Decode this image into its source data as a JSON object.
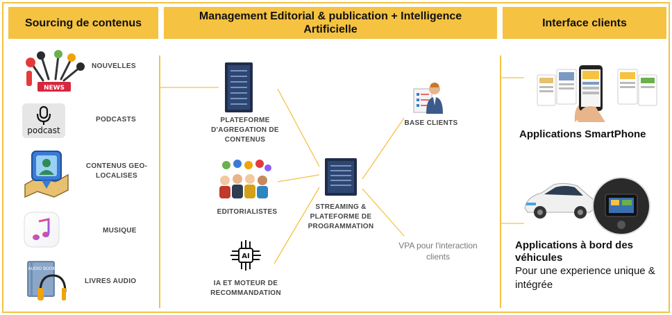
{
  "headers": {
    "sourcing": "Sourcing de contenus",
    "management": "Management Editorial & publication + Intelligence Artificielle",
    "interface": "Interface clients"
  },
  "sources": {
    "news_badge": "NEWS",
    "nouvelles": "NOUVELLES",
    "podcast_icon_text": "podcast",
    "podcasts": "PODCASTS",
    "geo": "CONTENUS GEO-LOCALISES",
    "musique": "MUSIQUE",
    "audio_book_icon_text": "AUDIO BOOK",
    "livres": "LIVRES AUDIO"
  },
  "middle": {
    "plateforme": "PLATEFORME D'AGREGATION DE CONTENUS",
    "editorialistes": "EDITORIALISTES",
    "ia_icon_text": "AI",
    "ia": "IA ET MOTEUR DE RECOMMANDATION",
    "streaming": "STREAMING & PLATEFORME DE PROGRAMMATION",
    "base_clients": "BASE CLIENTS",
    "vpa": "VPA pour l'interaction clients"
  },
  "clients": {
    "smartphone": "Applications SmartPhone",
    "vehicules": "Applications à bord des véhicules",
    "experience": "Pour une experience unique & intégrée"
  },
  "colors": {
    "accent": "#f5c241",
    "server": "#1f2d4a",
    "text": "#444444"
  }
}
